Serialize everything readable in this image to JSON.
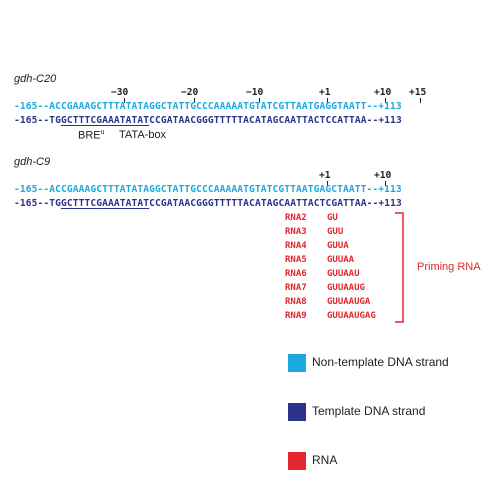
{
  "panel1": {
    "title": "gdh-C20",
    "positions": [
      "−30",
      "−20",
      "−10",
      "+1",
      "+10",
      "+15"
    ],
    "nontemplate": "-165--ACCGAAAGCTTTATATAGGCTATTGCCCAAAAATGTATCGTTAATGAGGTAATT--+113",
    "template_a": "-165--TG",
    "template_u1": "GCTTTCG",
    "template_b": "",
    "template_u2": "AAATATAT",
    "template_c": "CCGATAACGGGTTTTTACATAGCAATTACTCCATTAA--+113",
    "bre_label": "BRE",
    "bre_sup": "u",
    "tata_label": "TATA-box"
  },
  "panel2": {
    "title": "gdh-C9",
    "positions": [
      "+1",
      "+10"
    ],
    "nontemplate": "-165--ACCGAAAGCTTTATATAGGCTATTGCCCAAAAATGTATCGTTAATGAGCTAATT--+113",
    "template_a": "-165--TG",
    "template_u1": "GCTTTCG",
    "template_b": "",
    "template_u2": "AAATATAT",
    "template_c": "CCGATAACGGGTTTTTACATAGCAATTACTCGATTAA--+113"
  },
  "rna_list": [
    {
      "name": "RNA2",
      "seq": "GU"
    },
    {
      "name": "RNA3",
      "seq": "GUU"
    },
    {
      "name": "RNA4",
      "seq": "GUUA"
    },
    {
      "name": "RNA5",
      "seq": "GUUAA"
    },
    {
      "name": "RNA6",
      "seq": "GUUAAU"
    },
    {
      "name": "RNA7",
      "seq": "GUUAAUG"
    },
    {
      "name": "RNA8",
      "seq": "GUUAAUGA"
    },
    {
      "name": "RNA9",
      "seq": "GUUAAUGAG"
    }
  ],
  "bracket_label": "Priming RNA",
  "legend": [
    {
      "label": "Non-template DNA strand",
      "color": "#1ba9df"
    },
    {
      "label": "Template DNA strand",
      "color": "#2b3289"
    },
    {
      "label": "RNA",
      "color": "#e4262d"
    }
  ],
  "colors": {
    "nontemplate": "#1ba9df",
    "template": "#2b3289",
    "rna": "#e4262d"
  }
}
